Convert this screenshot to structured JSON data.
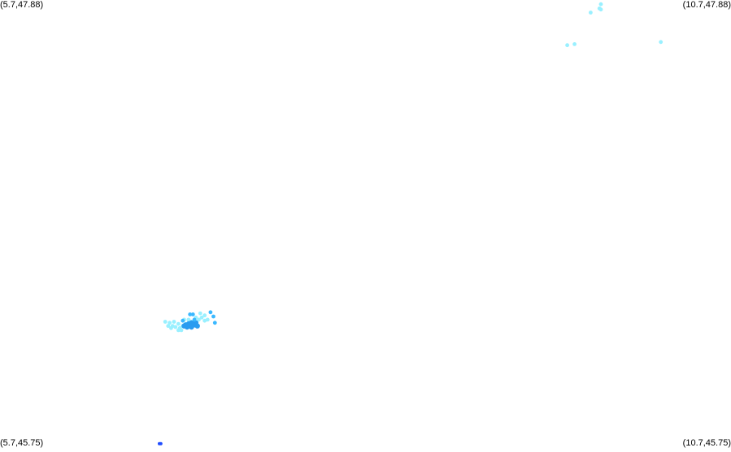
{
  "map": {
    "bounds": {
      "lon_min": 5.7,
      "lon_max": 10.7,
      "lat_min": 45.75,
      "lat_max": 47.88
    },
    "corner_labels": {
      "top_left": "(5.7,47.88)",
      "top_right": "(10.7,47.88)",
      "bottom_left": "(5.7,45.75)",
      "bottom_right": "(10.7,45.75)"
    },
    "colors": {
      "background": "#ffffff",
      "light": "#99f0ff",
      "mid": "#3ab8ff",
      "strong": "#2a9cf0",
      "dark": "#1f4cff"
    },
    "points": [
      {
        "lon": 9.81,
        "lat": 47.86,
        "color": "light"
      },
      {
        "lon": 9.8,
        "lat": 47.84,
        "color": "light"
      },
      {
        "lon": 9.81,
        "lat": 47.835,
        "color": "light"
      },
      {
        "lon": 9.74,
        "lat": 47.82,
        "color": "light"
      },
      {
        "lon": 9.58,
        "lat": 47.665,
        "color": "light"
      },
      {
        "lon": 9.63,
        "lat": 47.67,
        "color": "light"
      },
      {
        "lon": 10.22,
        "lat": 47.68,
        "color": "light"
      },
      {
        "lon": 6.83,
        "lat": 46.35,
        "color": "light"
      },
      {
        "lon": 6.86,
        "lat": 46.345,
        "color": "light"
      },
      {
        "lon": 6.89,
        "lat": 46.35,
        "color": "light"
      },
      {
        "lon": 6.92,
        "lat": 46.34,
        "color": "light"
      },
      {
        "lon": 6.88,
        "lat": 46.33,
        "color": "light"
      },
      {
        "lon": 6.9,
        "lat": 46.325,
        "color": "light"
      },
      {
        "lon": 6.87,
        "lat": 46.32,
        "color": "light"
      },
      {
        "lon": 6.93,
        "lat": 46.32,
        "color": "light"
      },
      {
        "lon": 6.95,
        "lat": 46.33,
        "color": "light"
      },
      {
        "lon": 6.97,
        "lat": 46.34,
        "color": "light"
      },
      {
        "lon": 6.99,
        "lat": 46.36,
        "color": "light"
      },
      {
        "lon": 7.01,
        "lat": 46.35,
        "color": "light"
      },
      {
        "lon": 7.03,
        "lat": 46.345,
        "color": "light"
      },
      {
        "lon": 7.06,
        "lat": 46.36,
        "color": "light"
      },
      {
        "lon": 7.08,
        "lat": 46.37,
        "color": "light"
      },
      {
        "lon": 7.1,
        "lat": 46.355,
        "color": "light"
      },
      {
        "lon": 7.12,
        "lat": 46.36,
        "color": "light"
      },
      {
        "lon": 7.1,
        "lat": 46.38,
        "color": "light"
      },
      {
        "lon": 7.07,
        "lat": 46.39,
        "color": "light"
      },
      {
        "lon": 6.96,
        "lat": 46.36,
        "color": "light"
      },
      {
        "lon": 6.94,
        "lat": 46.31,
        "color": "light"
      },
      {
        "lon": 6.92,
        "lat": 46.31,
        "color": "light"
      },
      {
        "lon": 6.85,
        "lat": 46.33,
        "color": "light"
      },
      {
        "lon": 7.04,
        "lat": 46.37,
        "color": "light"
      },
      {
        "lon": 7.0,
        "lat": 46.33,
        "color": "light"
      },
      {
        "lon": 6.96,
        "lat": 46.33,
        "color": "strong"
      },
      {
        "lon": 6.98,
        "lat": 46.325,
        "color": "strong"
      },
      {
        "lon": 6.99,
        "lat": 46.34,
        "color": "strong"
      },
      {
        "lon": 7.0,
        "lat": 46.33,
        "color": "strong"
      },
      {
        "lon": 7.02,
        "lat": 46.34,
        "color": "strong"
      },
      {
        "lon": 7.03,
        "lat": 46.335,
        "color": "strong"
      },
      {
        "lon": 7.04,
        "lat": 46.345,
        "color": "strong"
      },
      {
        "lon": 7.05,
        "lat": 46.33,
        "color": "strong"
      },
      {
        "lon": 6.97,
        "lat": 46.335,
        "color": "strong"
      },
      {
        "lon": 7.01,
        "lat": 46.345,
        "color": "strong"
      },
      {
        "lon": 7.01,
        "lat": 46.325,
        "color": "strong"
      },
      {
        "lon": 7.0,
        "lat": 46.385,
        "color": "mid"
      },
      {
        "lon": 7.02,
        "lat": 46.385,
        "color": "mid"
      },
      {
        "lon": 7.14,
        "lat": 46.395,
        "color": "mid"
      },
      {
        "lon": 7.16,
        "lat": 46.375,
        "color": "mid"
      },
      {
        "lon": 7.17,
        "lat": 46.345,
        "color": "mid"
      },
      {
        "lon": 6.95,
        "lat": 46.355,
        "color": "mid"
      },
      {
        "lon": 7.03,
        "lat": 46.36,
        "color": "mid"
      },
      {
        "lon": 6.79,
        "lat": 45.77,
        "color": "dark"
      },
      {
        "lon": 6.8,
        "lat": 45.77,
        "color": "dark"
      }
    ]
  }
}
